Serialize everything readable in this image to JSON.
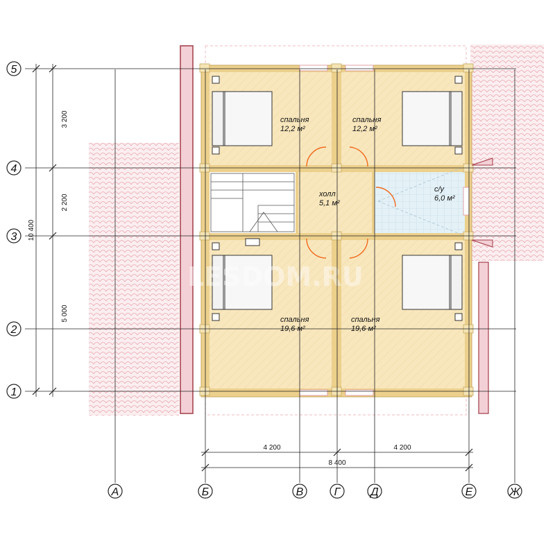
{
  "rooms": {
    "bed_nw": {
      "name": "спальня",
      "area": "12,2 м²"
    },
    "bed_ne": {
      "name": "спальня",
      "area": "12,2 м²"
    },
    "hall": {
      "name": "холл",
      "area": "5,1 м²"
    },
    "wc": {
      "name": "с/у",
      "area": "6,0 м²"
    },
    "bed_sw": {
      "name": "спальня",
      "area": "19,6 м²"
    },
    "bed_se": {
      "name": "спальня",
      "area": "19,6 м²"
    }
  },
  "axes": {
    "rows": [
      "5",
      "4",
      "3",
      "2",
      "1"
    ],
    "cols": [
      "А",
      "Б",
      "В",
      "Г",
      "Д",
      "Е",
      "Ж"
    ]
  },
  "dims": {
    "row_5_4": "3 200",
    "row_4_3": "2 200",
    "row_3_1": "5 000",
    "total_v": "10 400",
    "col_b_g": "4 200",
    "col_g_e": "4 200",
    "total_h": "8 400"
  },
  "watermark": "LESDOM.RU",
  "colors": {
    "floor": "#f7e6b8",
    "wall": "#ecd08c",
    "roof": "#e8b3b8",
    "tile": "#d6eaf2",
    "door": "#f0691e"
  }
}
